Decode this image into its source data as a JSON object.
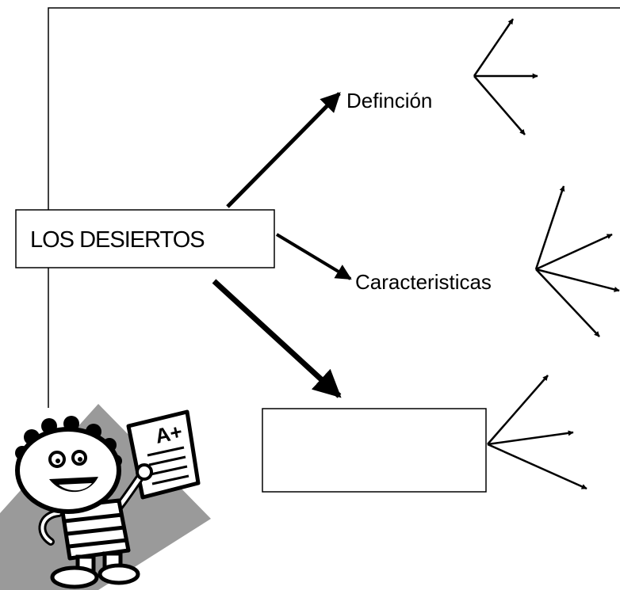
{
  "diagram": {
    "main_node": {
      "label": "LOS DESIERTOS"
    },
    "branches": [
      {
        "label": "Definción"
      },
      {
        "label": "Caracteristicas"
      },
      {
        "label": ""
      }
    ]
  },
  "clipart": {
    "icon": "student-holding-graded-paper-icon",
    "paper_grade": "A+"
  },
  "colors": {
    "stroke": "#000000",
    "background": "#ffffff",
    "clipart_backdrop": "#9a9a9a"
  }
}
